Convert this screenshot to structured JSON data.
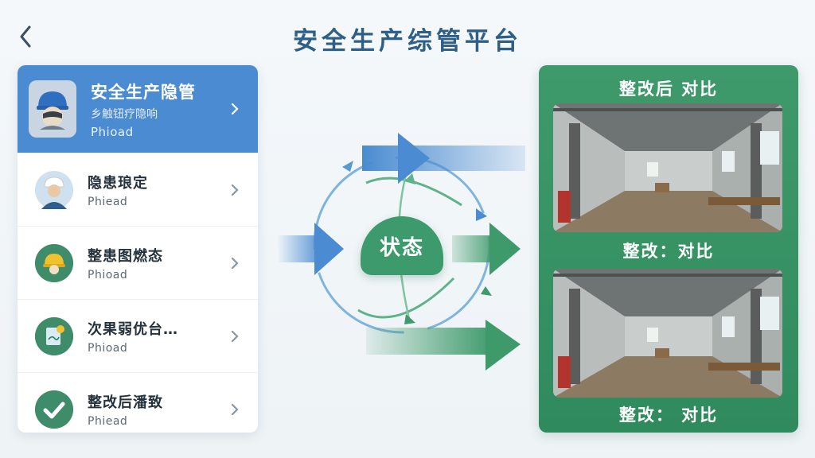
{
  "header": {
    "title": "安全生产综管平台"
  },
  "list": [
    {
      "title": "安全生产隐管",
      "subtitle": "乡触钮疗隐响",
      "tag": "Phioad"
    },
    {
      "title": "隐患琅定",
      "tag": "Phiead"
    },
    {
      "title": "整患图燃态",
      "tag": "Phioad"
    },
    {
      "title": "次果弱优台…",
      "tag": "Phioad"
    },
    {
      "title": "整改后潘致",
      "tag": "Phiead"
    }
  ],
  "diagram": {
    "center_label": "状态"
  },
  "compare": {
    "title_top": "整改后 对比",
    "title_middle": "整改：对比",
    "title_bottom": "整改： 对比"
  },
  "colors": {
    "accent_blue": "#4a8bd1",
    "accent_green": "#3f9a6b",
    "title_blue": "#2f5f86"
  },
  "icons": [
    "back-arrow-icon",
    "helmet-avatar-icon",
    "worker-avatar-icon",
    "hardhat-icon",
    "document-icon",
    "check-icon",
    "chevron-right-icon"
  ]
}
